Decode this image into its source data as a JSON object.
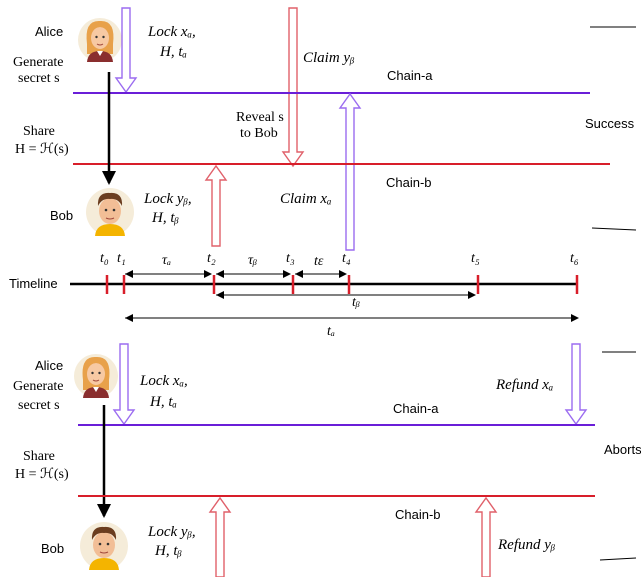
{
  "success": {
    "alice_name": "Alice",
    "bob_name": "Bob",
    "generate": [
      "Generate",
      "secret s"
    ],
    "share": [
      "Share",
      "H = ℋ(s)"
    ],
    "alice_lock": [
      "Lock xₐ,",
      "H, tₐ"
    ],
    "bob_lock": [
      "Lock yᵦ,",
      "H, tᵦ"
    ],
    "claim_yb": "Claim yᵦ",
    "claim_xa": "Claim xₐ",
    "reveal": [
      "Reveal s",
      "to Bob"
    ],
    "chain_a": "Chain-a",
    "chain_b": "Chain-b",
    "outcome": "Success"
  },
  "timeline": {
    "label": "Timeline",
    "ticks": [
      "t₀",
      "t₁",
      "t₂",
      "t₃",
      "t₄",
      "t₅",
      "t₆"
    ],
    "tau_a": "τₐ",
    "tau_b": "τᵦ",
    "t_eps": "tε",
    "t_b": "tᵦ",
    "t_a": "tₐ"
  },
  "abort": {
    "alice_name": "Alice",
    "bob_name": "Bob",
    "generate": [
      "Generate",
      "secret s"
    ],
    "share": [
      "Share",
      "H = ℋ(s)"
    ],
    "alice_lock": [
      "Lock xₐ,",
      "H, tₐ"
    ],
    "bob_lock": [
      "Lock yᵦ,",
      "H, tᵦ"
    ],
    "refund_xa": "Refund xₐ",
    "refund_yb": "Refund yᵦ",
    "chain_a": "Chain-a",
    "chain_b": "Chain-b",
    "outcome": "Aborts"
  },
  "colors": {
    "chain_a": "#6a1ed8",
    "chain_b": "#d81e2a",
    "alice_arrow": "#9b6cf0",
    "bob_arrow": "#e0606a"
  },
  "icons": [
    "alice-avatar",
    "bob-avatar"
  ]
}
